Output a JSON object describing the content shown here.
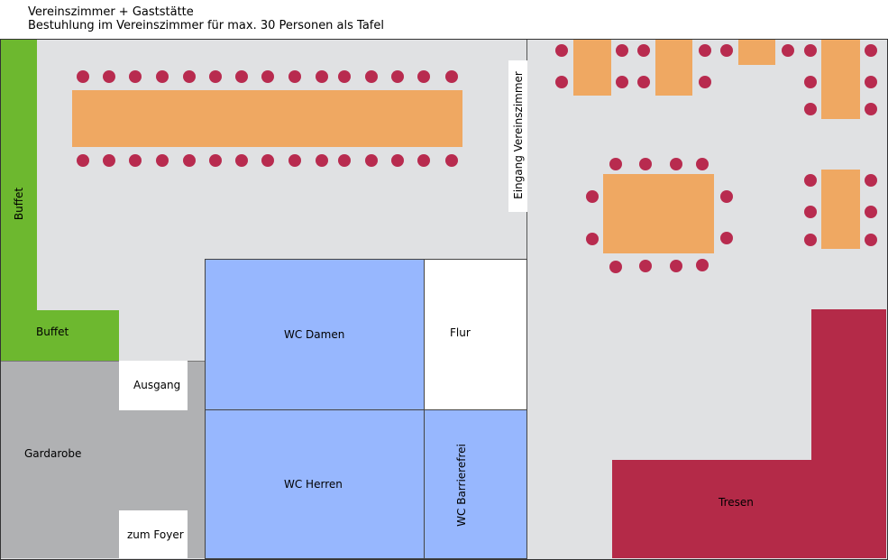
{
  "header": {
    "title": "Vereinszimmer + Gaststätte",
    "subtitle": "Bestuhlung im Vereinszimmer für max. 30 Personen als Tafel"
  },
  "rooms": {
    "buffet_vertical": "Buffet",
    "buffet_horizontal": "Buffet",
    "ausgang": "Ausgang",
    "gardarobe": "Gardarobe",
    "zum_foyer": "zum Foyer",
    "wc_damen": "WC Damen",
    "flur": "Flur",
    "wc_herren": "WC Herren",
    "wc_barrierefrei": "WC Barrierefrei",
    "eingang": "Eingang Vereinszimmer",
    "tresen": "Tresen"
  },
  "colors": {
    "floor": "#e0e1e3",
    "buffet": "#6db82f",
    "table": "#efa862",
    "chair": "#b82b4f",
    "wc": "#97b7fe",
    "gardarobe": "#b0b1b3",
    "tresen": "#b42a48"
  }
}
